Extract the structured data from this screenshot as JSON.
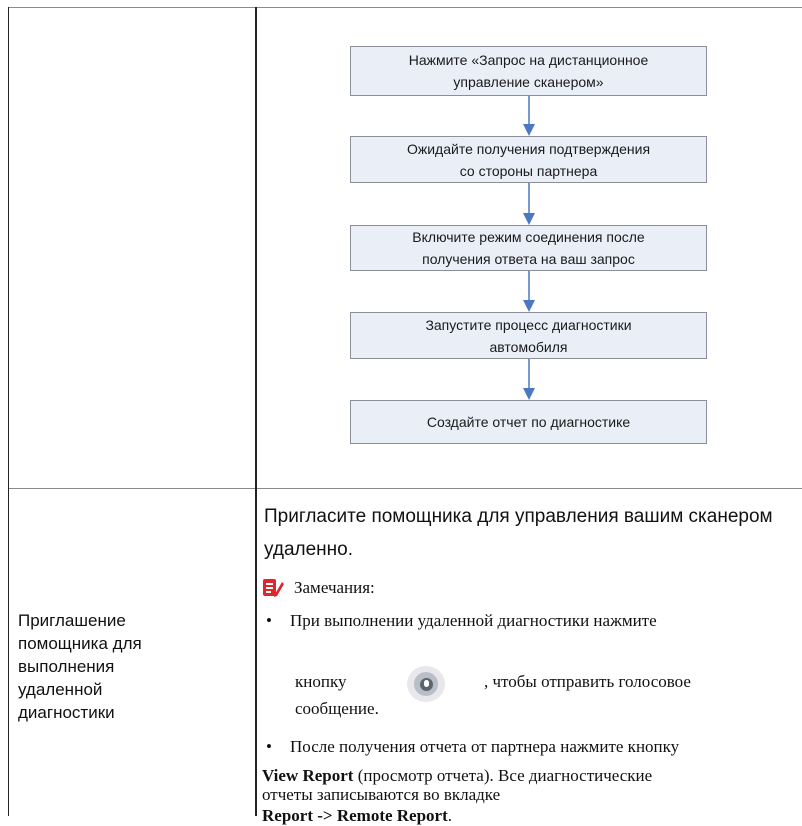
{
  "flowchart": {
    "steps": [
      "Нажмите «Запрос на дистанционное\nуправление сканером»",
      "Ожидайте получения подтверждения\nсо стороны партнера",
      "Включите режим соединения после\nполучения ответа на ваш запрос",
      "Запустите процесс диагностики\nавтомобиля",
      "Создайте отчет по диагностике"
    ]
  },
  "row2": {
    "label": "Приглашение\nпомощника для\nвыполнения\nудаленной\nдиагностики",
    "intro": "Пригласите помощника для управления вашим сканером удаленно.",
    "notes_title": "Замечания:",
    "bullet1_a": "При выполнении удаленной диагностики нажмите",
    "bullet1_b": "кнопку",
    "bullet1_c": ", чтобы отправить голосовое",
    "bullet1_d": "сообщение.",
    "bullet2": "После получения отчета от партнера нажмите кнопку",
    "view_report_bold": "View  Report",
    "view_report_rest": " (просмотр отчета). Все диагностические",
    "line_records": "отчеты записываются во вкладке",
    "path_bold": "Report -> Remote Report",
    "path_end": "."
  },
  "colors": {
    "box_fill": "#e9eef7",
    "box_border": "#8a8f99",
    "arrow": "#4a78c2",
    "notes_icon": "#e0262d"
  },
  "icons": {
    "notes": "notes-icon",
    "microphone": "microphone-icon"
  }
}
